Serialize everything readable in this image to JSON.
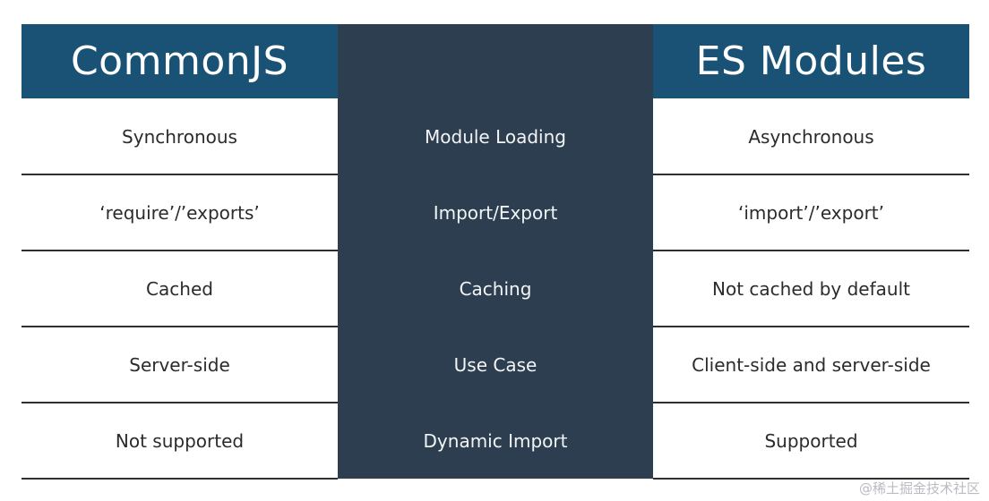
{
  "headers": {
    "left": "CommonJS",
    "right": "ES Modules"
  },
  "rows": [
    {
      "left": "Synchronous",
      "feature": "Module Loading",
      "right": "Asynchronous"
    },
    {
      "left": "‘require’/’exports’",
      "feature": "Import/Export",
      "right": "‘import’/’export’"
    },
    {
      "left": "Cached",
      "feature": "Caching",
      "right": "Not cached by default"
    },
    {
      "left": "Server-side",
      "feature": "Use Case",
      "right": "Client-side and server-side"
    },
    {
      "left": "Not supported",
      "feature": "Dynamic Import",
      "right": "Supported"
    }
  ],
  "watermark": "@稀土掘金技术社区",
  "colors": {
    "header_bg": "#1a5276",
    "middle_column_bg": "#2d3e50",
    "text_dark": "#2b2b2b",
    "text_light": "#f2f4f6"
  }
}
